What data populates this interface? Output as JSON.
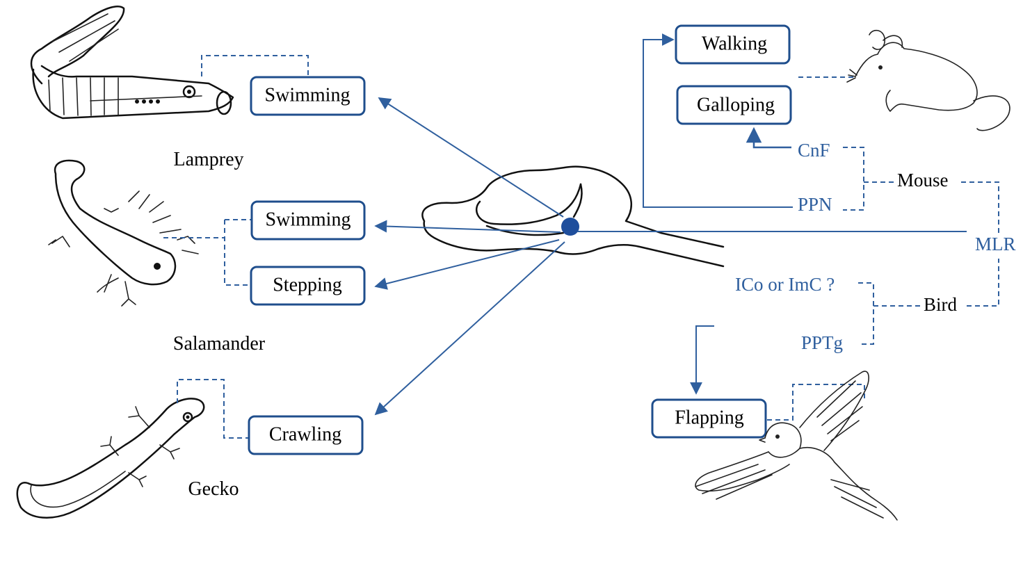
{
  "boxes": {
    "lamprey_swimming": "Swimming",
    "salamander_swimming": "Swimming",
    "salamander_stepping": "Stepping",
    "gecko_crawling": "Crawling",
    "mouse_walking": "Walking",
    "mouse_galloping": "Galloping",
    "bird_flapping": "Flapping"
  },
  "animals": {
    "lamprey": "Lamprey",
    "salamander": "Salamander",
    "gecko": "Gecko"
  },
  "mouse": {
    "group": "Mouse",
    "cnf": "CnF",
    "ppn": "PPN"
  },
  "bird": {
    "group": "Bird",
    "ico": "ICo or ImC ?",
    "pptg": "PPTg"
  },
  "region": "MLR",
  "colors": {
    "accent": "#2f5f9e",
    "box_border": "#1f4e8c",
    "mlr_dot": "#1f4e9c"
  },
  "icons": [
    "lamprey-drawing",
    "salamander-drawing",
    "gecko-drawing",
    "mouse-drawing",
    "bird-drawing",
    "brain-drawing"
  ]
}
